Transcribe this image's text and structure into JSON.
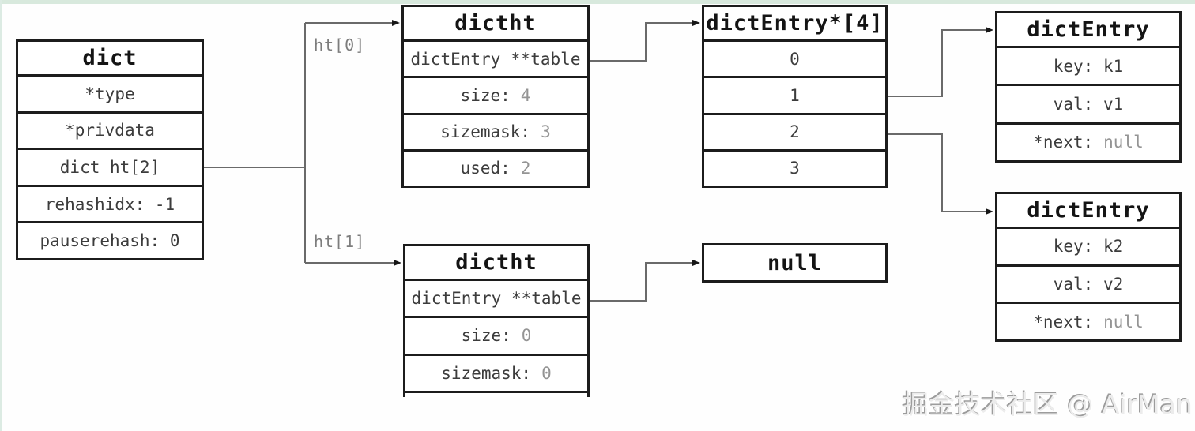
{
  "palette": {
    "box_border": "#1c1c1c",
    "connector_line": "#6a6a6a",
    "arrowhead": "#161616",
    "text": "#3c3c3c",
    "muted_text": "#949494",
    "pointer_label_text": "#7d7d7d",
    "top_strip": "#d8e9dd"
  },
  "pointers": {
    "ht0": "ht[0]",
    "ht1": "ht[1]"
  },
  "watermark": "掘金技术社区 @ AirMan",
  "boxes": {
    "dict": {
      "title": "dict",
      "rows": [
        {
          "t": "*type"
        },
        {
          "t": "*privdata"
        },
        {
          "t": "dict ht[2]"
        },
        {
          "t": "rehashidx: -1"
        },
        {
          "t": "pauserehash: 0"
        }
      ]
    },
    "dictht0": {
      "title": "dictht",
      "rows": [
        {
          "t": "dictEntry **table"
        },
        {
          "t": "size:",
          "v": "4"
        },
        {
          "t": "sizemask:",
          "v": "3"
        },
        {
          "t": "used:",
          "v": "2"
        }
      ]
    },
    "dictht1": {
      "title": "dictht",
      "rows": [
        {
          "t": "dictEntry **table"
        },
        {
          "t": "size:",
          "v": "0"
        },
        {
          "t": "sizemask:",
          "v": "0"
        }
      ]
    },
    "bucket_array": {
      "title": "dictEntry*[4]",
      "rows": [
        {
          "t": "0"
        },
        {
          "t": "1"
        },
        {
          "t": "2"
        },
        {
          "t": "3"
        }
      ]
    },
    "null_box": {
      "title": "null"
    },
    "entry1": {
      "title": "dictEntry",
      "rows": [
        {
          "t": "key: k1"
        },
        {
          "t": "val: v1"
        },
        {
          "t": "*next:",
          "v": "null"
        }
      ]
    },
    "entry2": {
      "title": "dictEntry",
      "rows": [
        {
          "t": "key: k2"
        },
        {
          "t": "val: v2"
        },
        {
          "t": "*next:",
          "v": "null"
        }
      ]
    }
  }
}
